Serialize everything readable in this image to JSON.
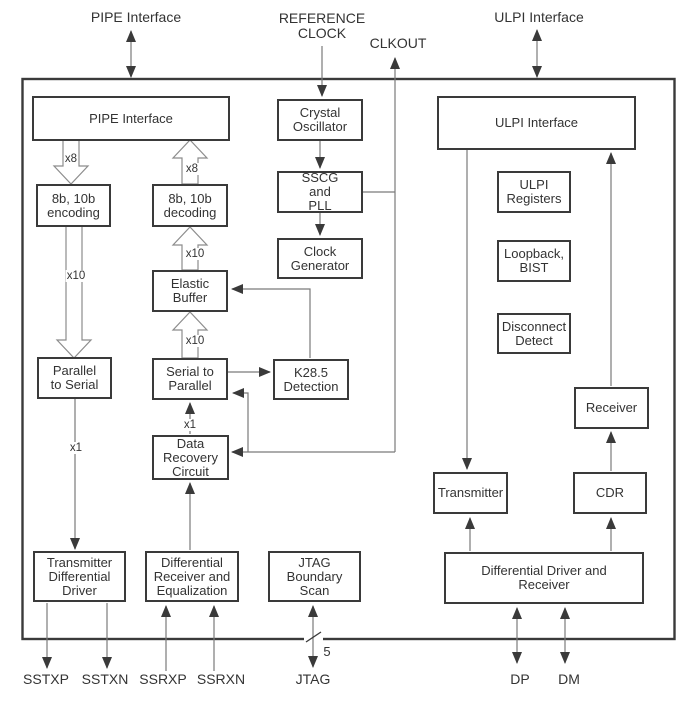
{
  "diagram": {
    "title_hint": "USB PHY block diagram",
    "external_labels": {
      "pipe_interface": "PIPE Interface",
      "reference_clock": "REFERENCE CLOCK",
      "clkout": "CLKOUT",
      "ulpi_interface": "ULPI Interface",
      "sstxp": "SSTXP",
      "sstxn": "SSTXN",
      "ssrxp": "SSRXP",
      "ssrxn": "SSRXN",
      "jtag": "JTAG",
      "jtag_bus_width": "5",
      "dp": "DP",
      "dm": "DM"
    },
    "blocks": {
      "pipe_interface": "PIPE Interface",
      "crystal_oscillator": "Crystal Oscillator",
      "sscg_and_pll": "SSCG and PLL",
      "clock_generator": "Clock Generator",
      "ulpi_interface": "ULPI Interface",
      "encoding_8b10b": "8b, 10b encoding",
      "decoding_8b10b": "8b, 10b decoding",
      "elastic_buffer": "Elastic Buffer",
      "serial_to_parallel": "Serial to Parallel",
      "k285_detection": "K28.5 Detection",
      "parallel_to_serial": "Parallel to Serial",
      "data_recovery_circuit": "Data Recovery Circuit",
      "ulpi_registers": "ULPI Registers",
      "loopback_bist": "Loopback, BIST",
      "disconnect_detect": "Disconnect Detect",
      "receiver": "Receiver",
      "transmitter": "Transmitter",
      "cdr": "CDR",
      "transmitter_differential_driver": "Transmitter Differential Driver",
      "differential_receiver_and_equalization": "Differential Receiver and Equalization",
      "jtag_boundary_scan": "JTAG Boundary Scan",
      "differential_driver_and_receiver": "Differential Driver and Receiver"
    },
    "bus_labels": {
      "tx_x8": "x8",
      "rx_x8": "x8",
      "tx_x10": "x10",
      "rx_x10_upper": "x10",
      "rx_x10_lower": "x10",
      "tx_x1": "x1",
      "rx_x1": "x1"
    },
    "colors": {
      "background": "#ffffff",
      "line": "#7a7a7a",
      "arrowhead": "#3a3a3a",
      "box_border": "#3a3a3a",
      "text": "#333333"
    }
  }
}
